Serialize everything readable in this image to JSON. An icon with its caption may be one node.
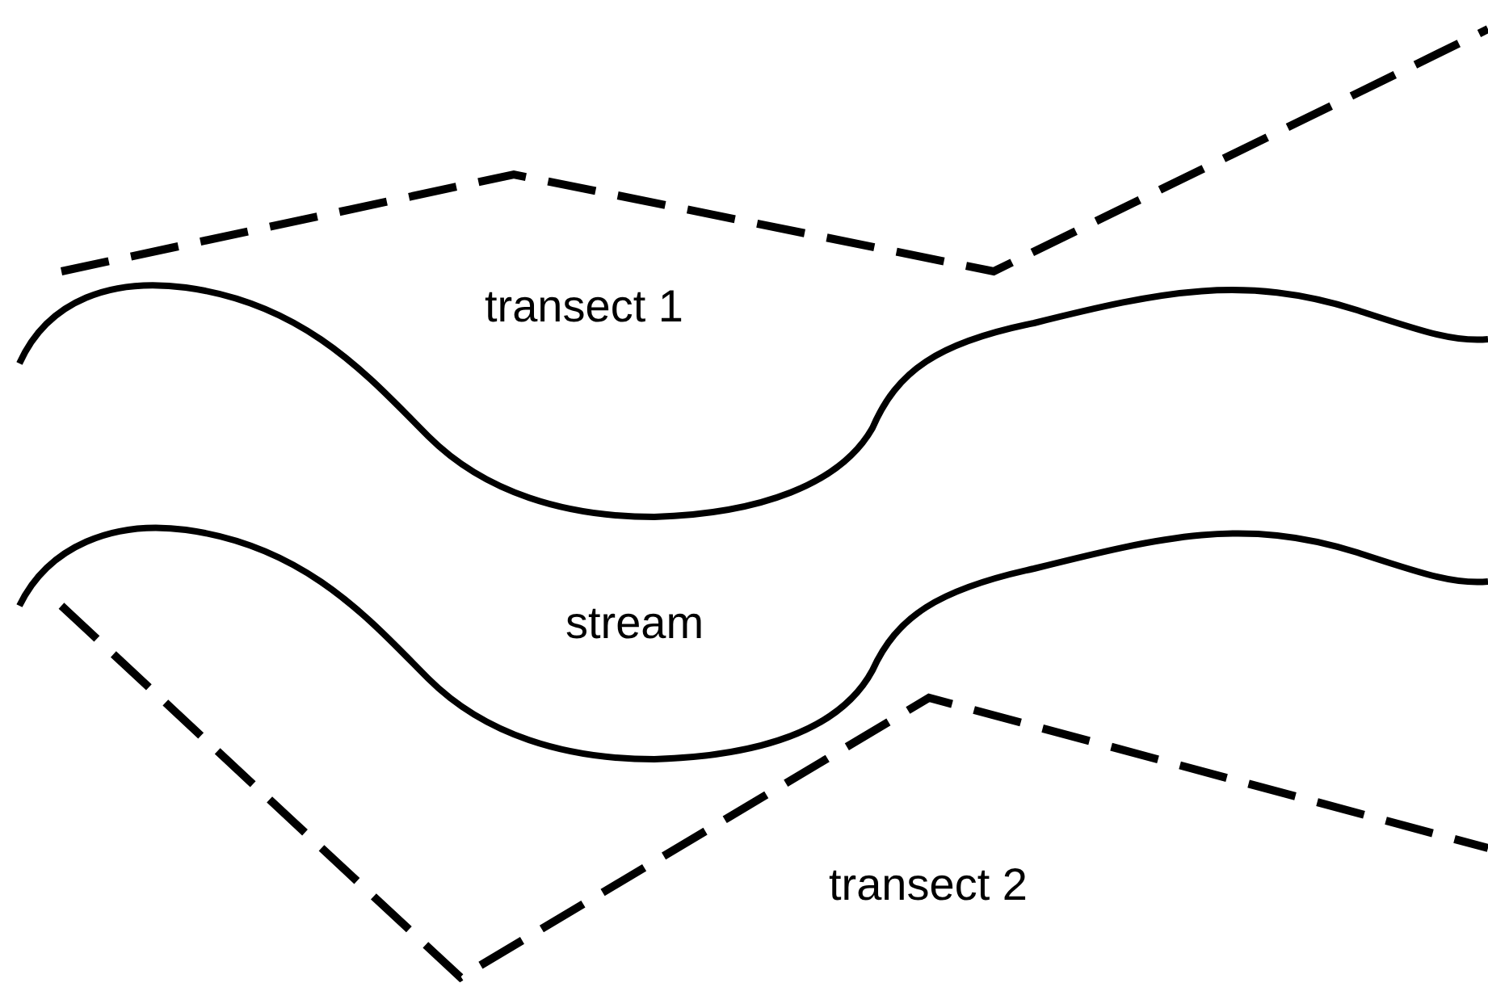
{
  "diagram": {
    "labels": [
      "transect 1",
      "stream",
      "transect 2"
    ]
  }
}
